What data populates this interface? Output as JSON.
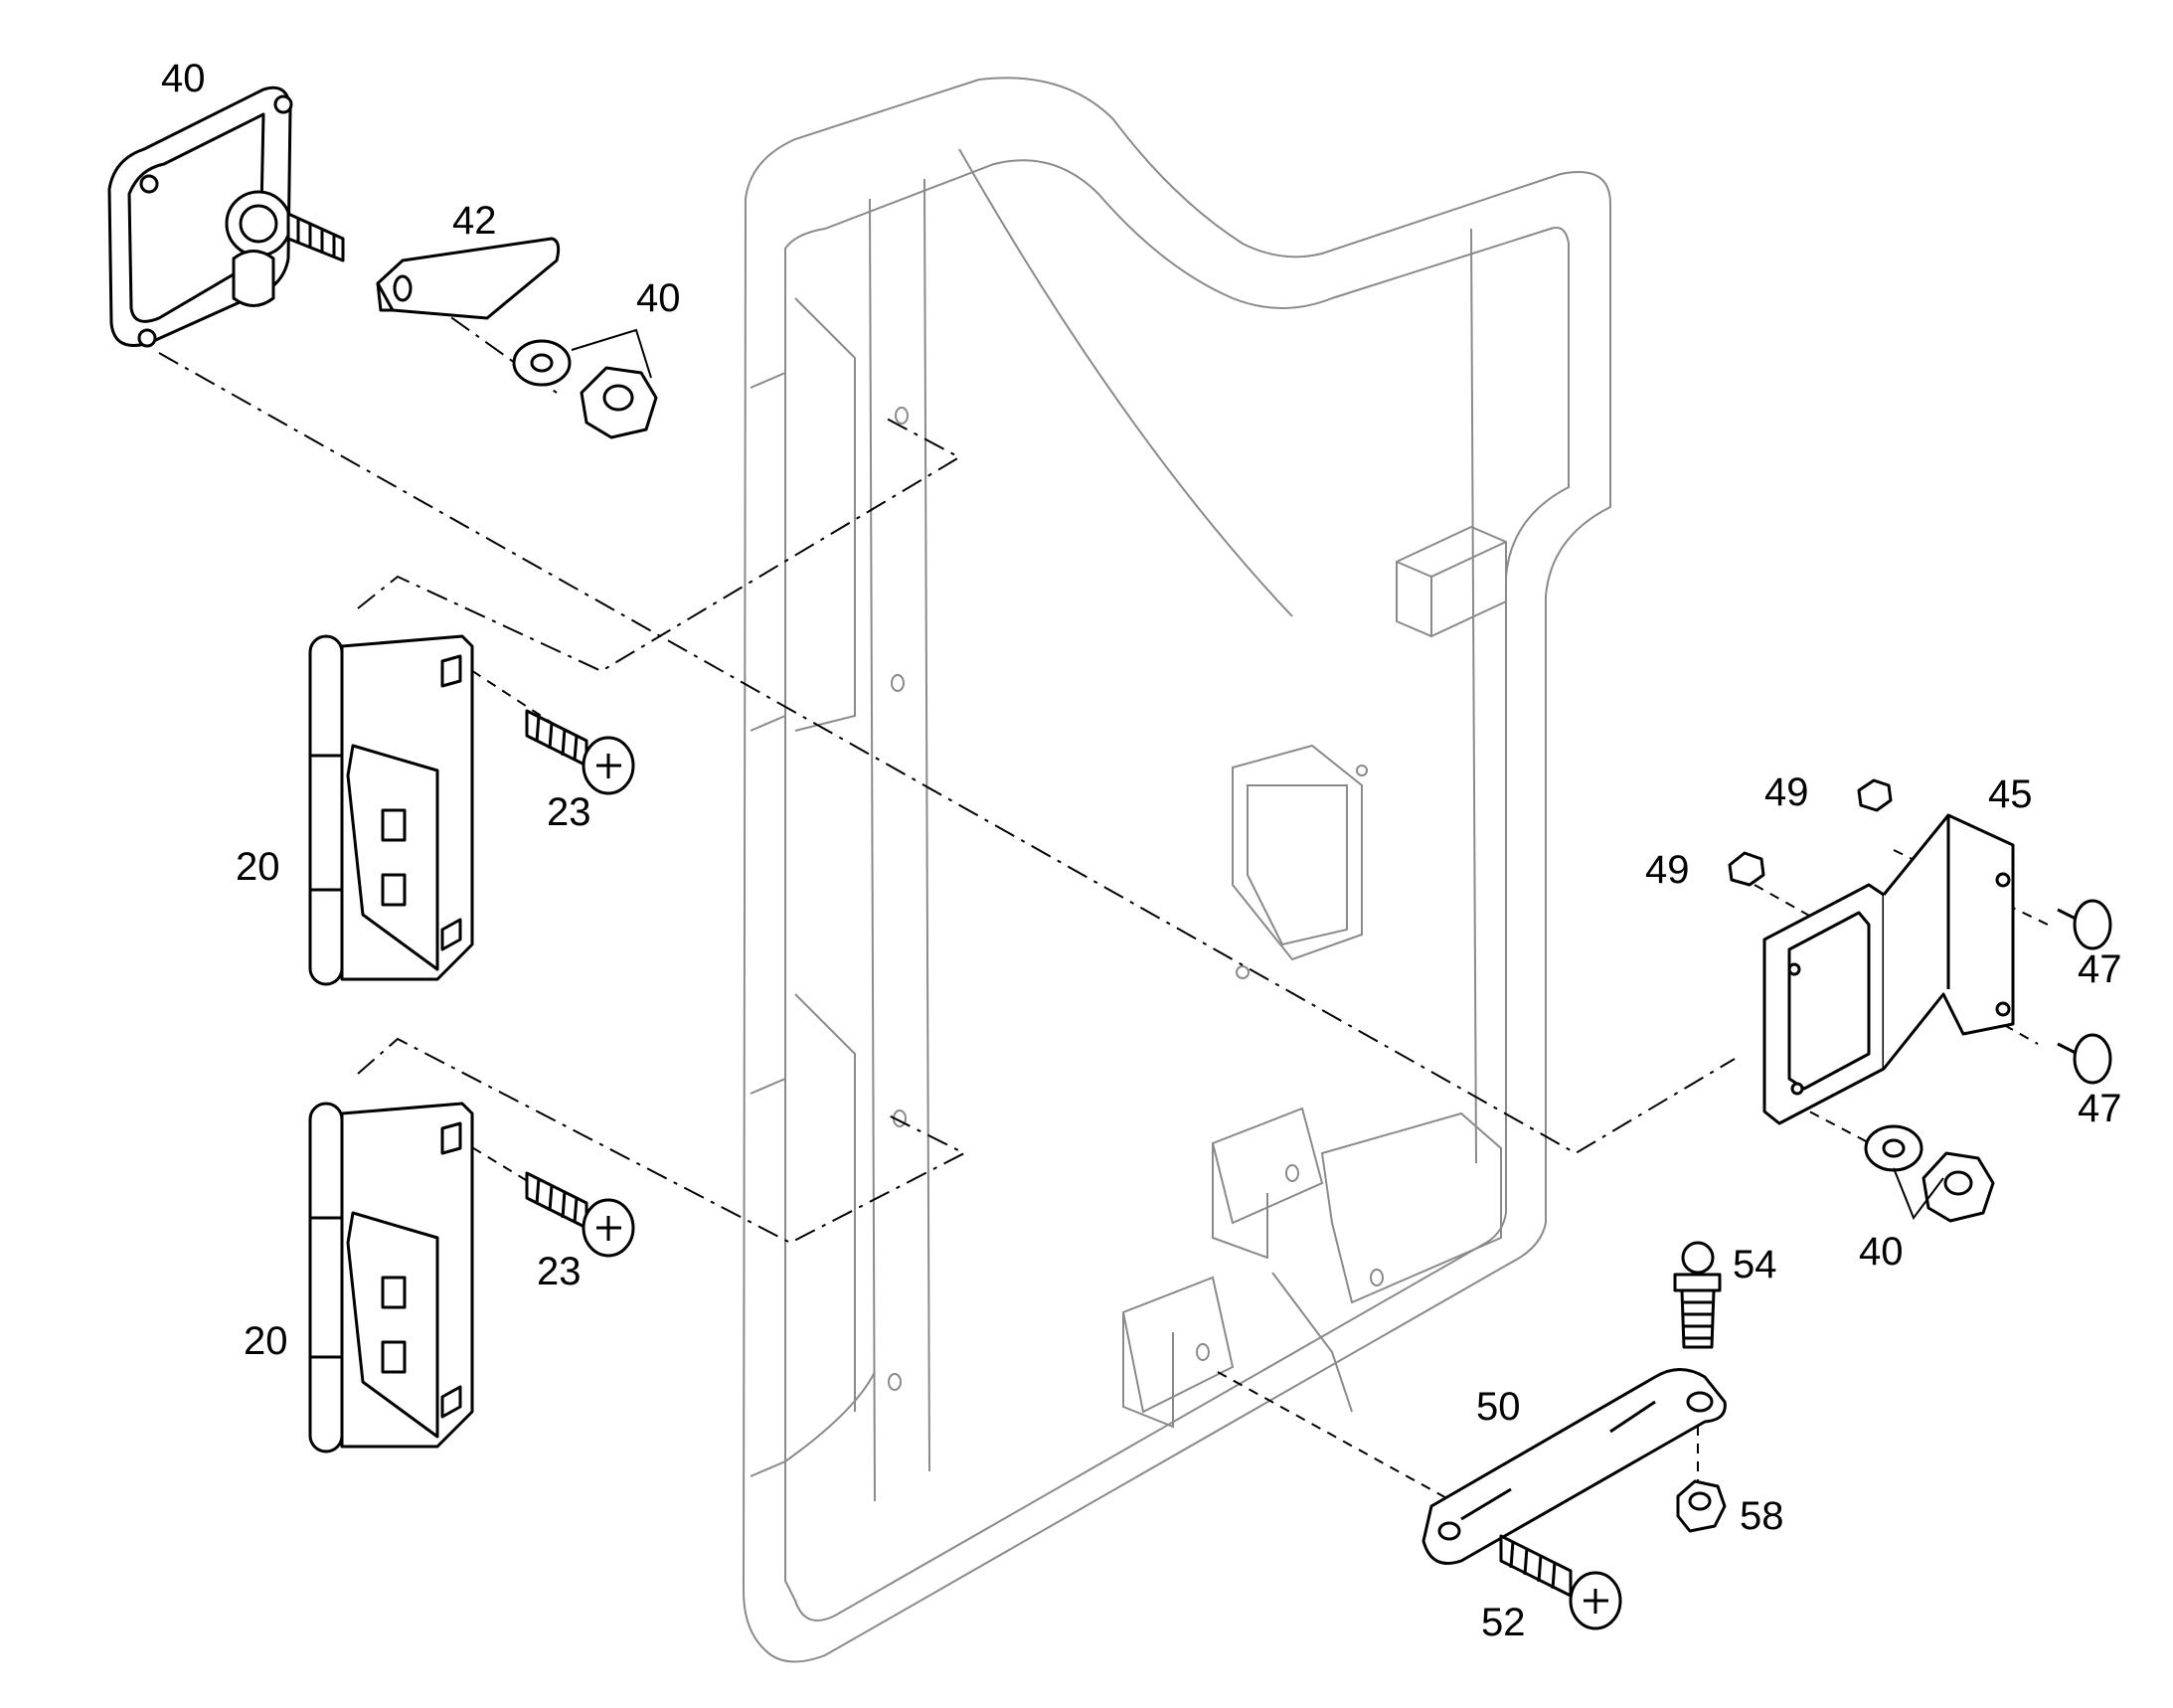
{
  "callouts": {
    "c40a": "40",
    "c42": "42",
    "c40b": "40",
    "c23a": "23",
    "c20a": "20",
    "c23b": "23",
    "c20b": "20",
    "c49a": "49",
    "c45": "45",
    "c49b": "49",
    "c47a": "47",
    "c47b": "47",
    "c40c": "40",
    "c54": "54",
    "c50": "50",
    "c58": "58",
    "c52": "52"
  }
}
